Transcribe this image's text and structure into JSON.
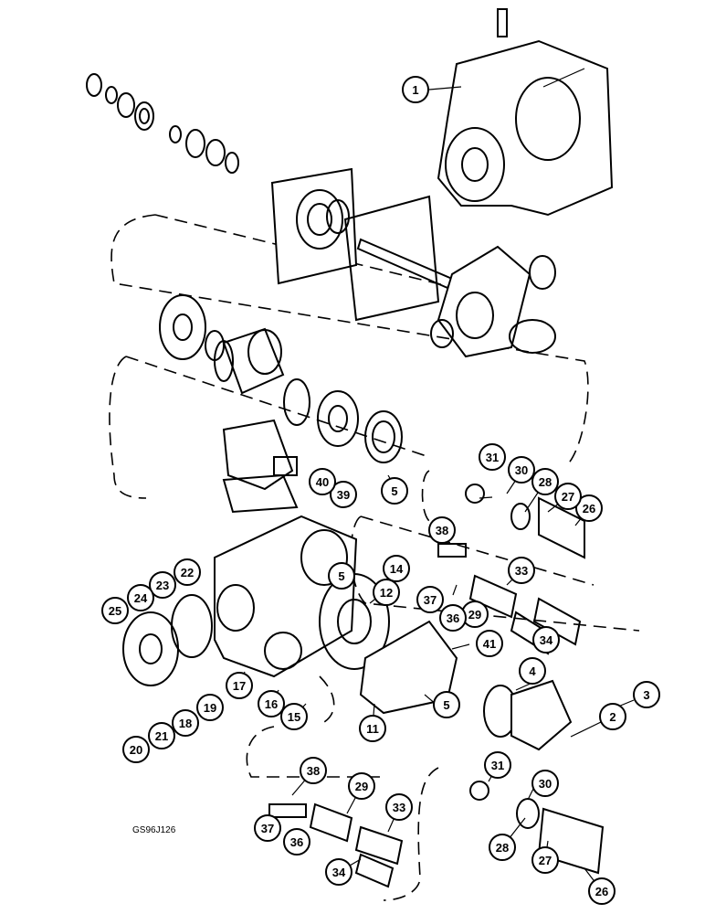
{
  "figure_code": "GS96J126",
  "callouts": [
    {
      "id": "c1",
      "label": "1"
    },
    {
      "id": "c2",
      "label": "2"
    },
    {
      "id": "c3",
      "label": "3"
    },
    {
      "id": "c4",
      "label": "4"
    },
    {
      "id": "c5a",
      "label": "5"
    },
    {
      "id": "c5b",
      "label": "5"
    },
    {
      "id": "c5c",
      "label": "5"
    },
    {
      "id": "c11",
      "label": "11"
    },
    {
      "id": "c12",
      "label": "12"
    },
    {
      "id": "c14",
      "label": "14"
    },
    {
      "id": "c15",
      "label": "15"
    },
    {
      "id": "c16",
      "label": "16"
    },
    {
      "id": "c17",
      "label": "17"
    },
    {
      "id": "c18",
      "label": "18"
    },
    {
      "id": "c19",
      "label": "19"
    },
    {
      "id": "c20",
      "label": "20"
    },
    {
      "id": "c21",
      "label": "21"
    },
    {
      "id": "c22",
      "label": "22"
    },
    {
      "id": "c23",
      "label": "23"
    },
    {
      "id": "c24",
      "label": "24"
    },
    {
      "id": "c25",
      "label": "25"
    },
    {
      "id": "c26a",
      "label": "26"
    },
    {
      "id": "c26b",
      "label": "26"
    },
    {
      "id": "c27a",
      "label": "27"
    },
    {
      "id": "c27b",
      "label": "27"
    },
    {
      "id": "c28a",
      "label": "28"
    },
    {
      "id": "c28b",
      "label": "28"
    },
    {
      "id": "c29a",
      "label": "29"
    },
    {
      "id": "c29b",
      "label": "29"
    },
    {
      "id": "c30a",
      "label": "30"
    },
    {
      "id": "c30b",
      "label": "30"
    },
    {
      "id": "c31a",
      "label": "31"
    },
    {
      "id": "c31b",
      "label": "31"
    },
    {
      "id": "c33a",
      "label": "33"
    },
    {
      "id": "c33b",
      "label": "33"
    },
    {
      "id": "c34a",
      "label": "34"
    },
    {
      "id": "c34b",
      "label": "34"
    },
    {
      "id": "c36a",
      "label": "36"
    },
    {
      "id": "c36b",
      "label": "36"
    },
    {
      "id": "c37a",
      "label": "37"
    },
    {
      "id": "c37b",
      "label": "37"
    },
    {
      "id": "c38a",
      "label": "38"
    },
    {
      "id": "c38b",
      "label": "38"
    },
    {
      "id": "c39",
      "label": "39"
    },
    {
      "id": "c40",
      "label": "40"
    },
    {
      "id": "c41",
      "label": "41"
    }
  ]
}
